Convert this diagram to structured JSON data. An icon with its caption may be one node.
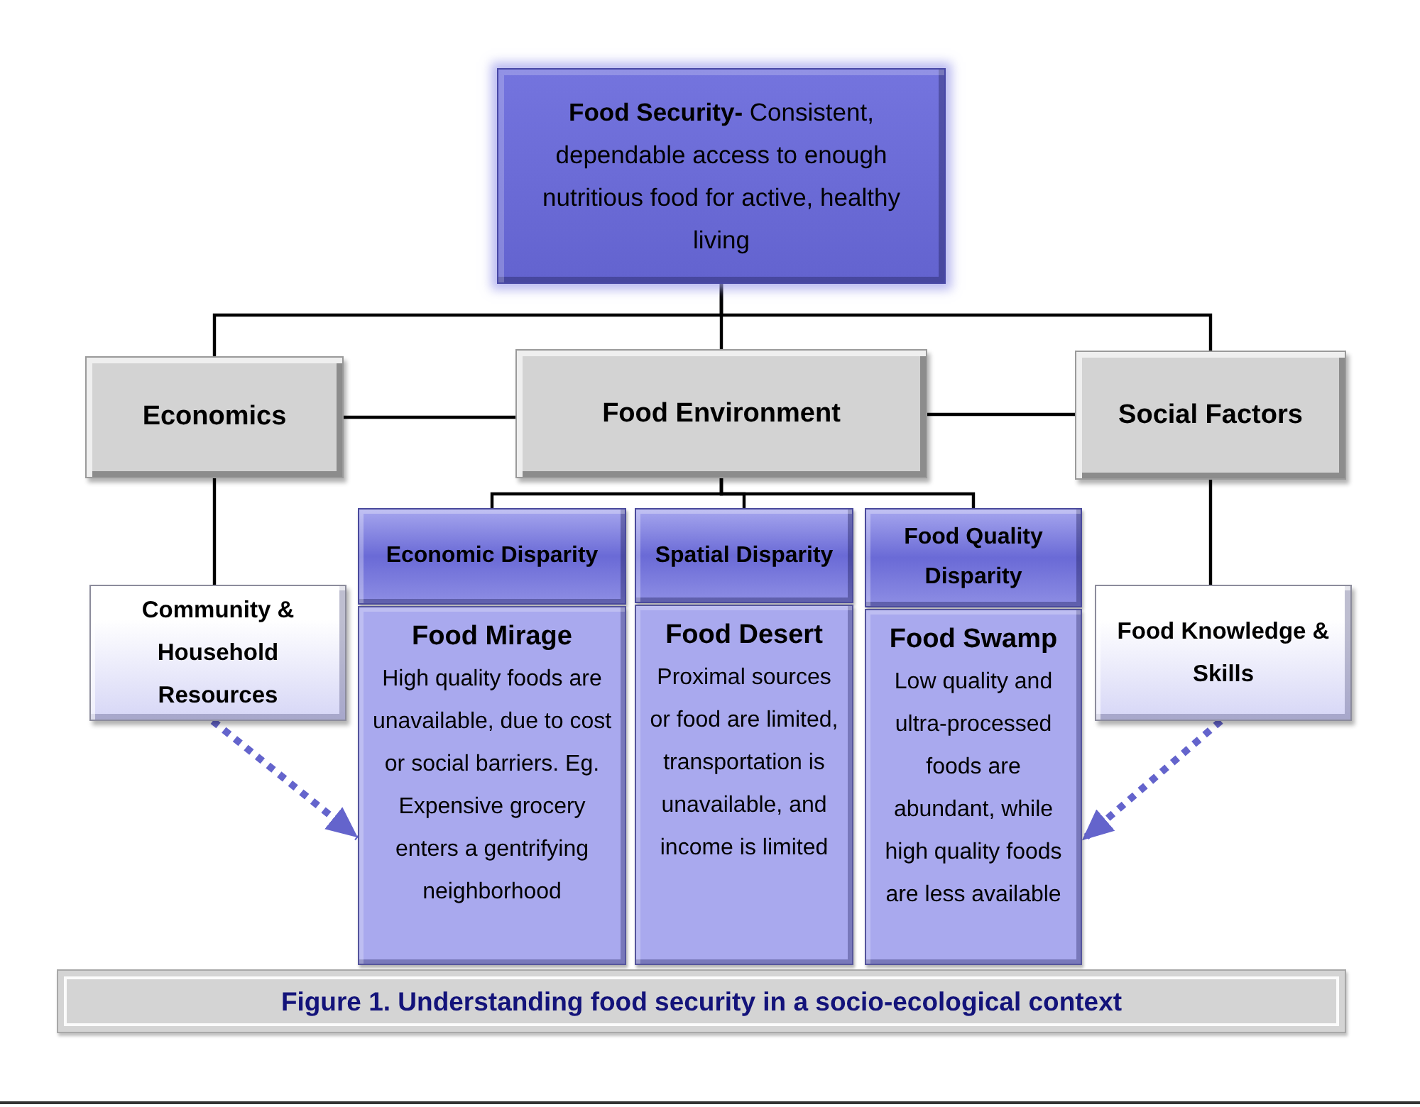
{
  "diagram": {
    "caption": "Figure 1. Understanding food security in a socio-ecological context",
    "nodes": [
      {
        "text": [
          "**Food Security-** Consistent, dependable access to enough nutritious food for active, healthy living"
        ]
      },
      {
        "text": [
          "Economics"
        ]
      },
      {
        "text": [
          "Food Environment"
        ]
      },
      {
        "text": [
          "Social Factors"
        ]
      },
      {
        "text": [
          "Economic Disparity"
        ]
      },
      {
        "text": [
          "Spatial Disparity"
        ]
      },
      {
        "text": [
          "Food Quality Disparity"
        ]
      },
      {
        "text": [
          "Community & Household Resources"
        ]
      },
      {
        "text": [
          "Food Mirage",
          "High quality foods are unavailable, due to cost or social barriers. Eg. Expensive grocery enters a gentrifying neighborhood"
        ]
      },
      {
        "text": [
          "Food Desert",
          "Proximal sources or food are limited, transportation is unavailable, and income is limited"
        ]
      },
      {
        "text": [
          "Food Swamp",
          "Low quality and ultra-processed foods are abundant, while high quality foods are less available"
        ]
      },
      {
        "text": [
          "Food Knowledge & Skills"
        ]
      }
    ],
    "edges": [
      {
        "from": 0,
        "to": 1,
        "arrow": "none"
      },
      {
        "from": 0,
        "to": 2,
        "arrow": "none"
      },
      {
        "from": 0,
        "to": 3,
        "arrow": "none"
      },
      {
        "from": 1,
        "to": 2,
        "arrow": "none"
      },
      {
        "from": 2,
        "to": 3,
        "arrow": "none"
      },
      {
        "from": 2,
        "to": 4,
        "arrow": "none"
      },
      {
        "from": 2,
        "to": 5,
        "arrow": "none"
      },
      {
        "from": 2,
        "to": 6,
        "arrow": "none"
      },
      {
        "from": 1,
        "to": 7,
        "arrow": "none"
      },
      {
        "from": 3,
        "to": 11,
        "arrow": "none"
      },
      {
        "from": 7,
        "to": 8,
        "arrow": "to",
        "style": "dashed",
        "color": "#6464cc"
      },
      {
        "from": 11,
        "to": 10,
        "arrow": "to",
        "style": "dashed",
        "color": "#6464cc"
      }
    ]
  }
}
